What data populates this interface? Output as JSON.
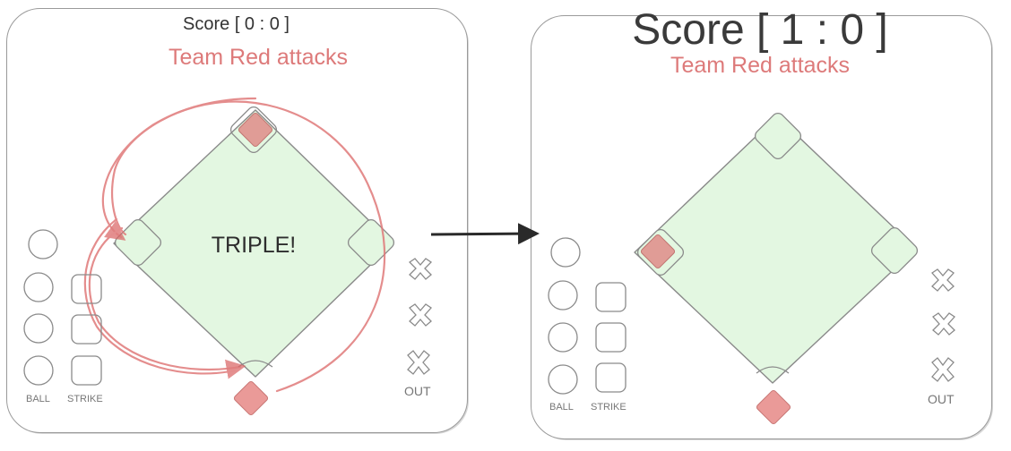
{
  "before": {
    "score_label": "Score [ 0 : 0 ]",
    "attack_label": "Team Red attacks",
    "event_label": "TRIPLE!",
    "ball_label": "BALL",
    "strike_label": "STRIKE",
    "out_label": "OUT"
  },
  "after": {
    "score_label": "Score [ 1 : 0 ]",
    "attack_label": "Team Red attacks",
    "ball_label": "BALL",
    "strike_label": "STRIKE",
    "out_label": "OUT"
  },
  "colors": {
    "field_fill": "#e3f7e1",
    "runner_red": "#e89a96",
    "path_red": "#e07a7a",
    "outline": "#8a8a8a",
    "arrow": "#2a2a2a"
  }
}
